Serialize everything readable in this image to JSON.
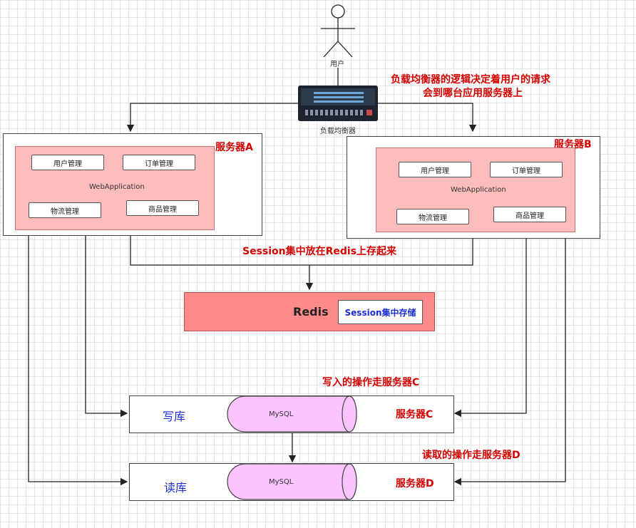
{
  "user": {
    "label": "用户"
  },
  "load_balancer": {
    "label": "负载均衡器",
    "note_line1": "负载均衡器的逻辑决定着用户的请求",
    "note_line2": "会到哪台应用服务器上"
  },
  "server_a": {
    "title": "服务器A",
    "app_label": "WebApplication",
    "modules": [
      "用户管理",
      "订单管理",
      "物流管理",
      "商品管理"
    ]
  },
  "server_b": {
    "title": "服务器B",
    "app_label": "WebApplication",
    "modules": [
      "用户管理",
      "订单管理",
      "物流管理",
      "商品管理"
    ]
  },
  "session_note": "Session集中放在Redis上存起来",
  "redis": {
    "label": "Redis",
    "session_store": "Session集中存储"
  },
  "write_db": {
    "note": "写入的操作走服务器C",
    "left_label": "写库",
    "db_label": "MySQL",
    "server_label": "服务器C"
  },
  "read_db": {
    "note": "读取的操作走服务器D",
    "left_label": "读库",
    "db_label": "MySQL",
    "server_label": "服务器D"
  },
  "colors": {
    "note_red": "#d40000",
    "db_blue": "#1a2fd6",
    "app_panel": "#fdbdbd",
    "redis_fill": "#ff8a8a",
    "mysql_fill": "#f9c4ff"
  }
}
